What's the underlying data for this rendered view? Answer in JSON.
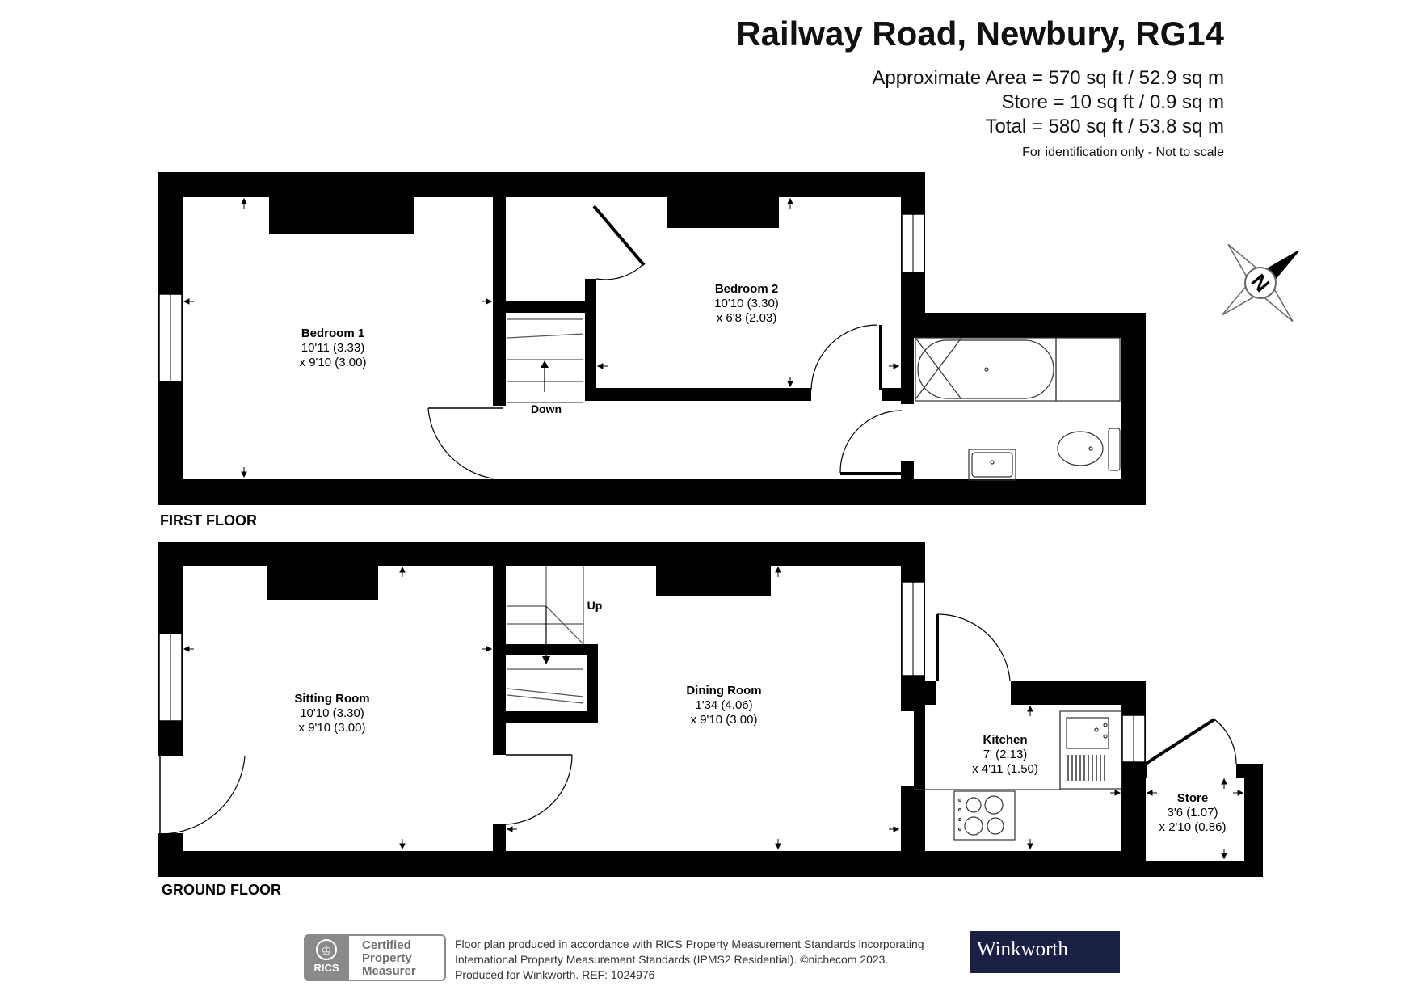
{
  "header": {
    "title": "Railway Road, Newbury, RG14",
    "area_lines": [
      "Approximate Area = 570 sq ft / 52.9 sq m",
      "Store = 10 sq ft / 0.9 sq m",
      "Total = 580 sq ft / 53.8 sq m"
    ],
    "disclaimer": "For identification only - Not to scale"
  },
  "compass": {
    "label": "N"
  },
  "first_floor": {
    "label": "FIRST FLOOR",
    "stairs_label": "Down",
    "rooms": [
      {
        "name": "Bedroom 1",
        "dim1": "10'11 (3.33)",
        "dim2": "x 9'10 (3.00)"
      },
      {
        "name": "Bedroom 2",
        "dim1": "10'10 (3.30)",
        "dim2": "x 6'8 (2.03)"
      }
    ]
  },
  "ground_floor": {
    "label": "GROUND FLOOR",
    "stairs_label": "Up",
    "rooms": [
      {
        "name": "Sitting Room",
        "dim1": "10'10 (3.30)",
        "dim2": "x 9'10 (3.00)"
      },
      {
        "name": "Dining Room",
        "dim1": "1'34 (4.06)",
        "dim2": "x 9'10 (3.00)"
      },
      {
        "name": "Kitchen",
        "dim1": "7' (2.13)",
        "dim2": "x 4'11 (1.50)"
      },
      {
        "name": "Store",
        "dim1": "3'6 (1.07)",
        "dim2": "x 2'10 (0.86)"
      }
    ]
  },
  "footer": {
    "badge": {
      "short": "RICS",
      "lines": [
        "Certified",
        "Property",
        "Measurer"
      ]
    },
    "text_lines": [
      "Floor plan produced in accordance with RICS Property Measurement Standards incorporating",
      "International Property Measurement Standards (IPMS2 Residential).  ©nichecom 2023.",
      "Produced for Winkworth.    REF:  1024976"
    ],
    "brand": "Winkworth"
  },
  "colors": {
    "wall": "#000000",
    "brand_bg": "#1a1f44",
    "badge_grey": "#8a8a8a"
  }
}
